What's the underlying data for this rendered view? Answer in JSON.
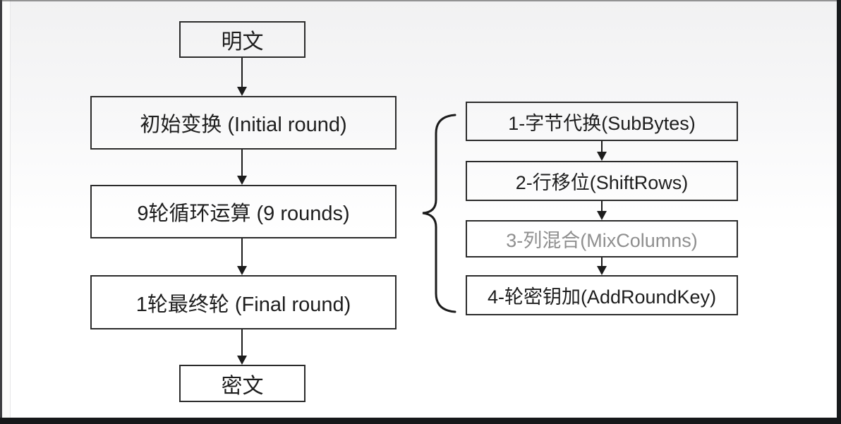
{
  "diagram": {
    "title_hint": "AES encryption flow",
    "left_flow": {
      "nodes": [
        {
          "id": "plaintext",
          "label": "明文"
        },
        {
          "id": "initial",
          "label": "初始变换 (Initial round)"
        },
        {
          "id": "rounds",
          "label": "9轮循环运算 (9 rounds)"
        },
        {
          "id": "final",
          "label": "1轮最终轮 (Final round)"
        },
        {
          "id": "ciphertext",
          "label": "密文"
        }
      ]
    },
    "right_flow": {
      "nodes": [
        {
          "id": "subbytes",
          "label": "1-字节代换(SubBytes)",
          "muted": false
        },
        {
          "id": "shiftrows",
          "label": "2-行移位(ShiftRows)",
          "muted": false
        },
        {
          "id": "mixcolumns",
          "label": "3-列混合(MixColumns)",
          "muted": true
        },
        {
          "id": "addroundkey",
          "label": "4-轮密钥加(AddRoundKey)",
          "muted": false
        }
      ]
    },
    "colors": {
      "box_border": "#2b2b2b",
      "text": "#1e1e1e",
      "muted_text": "#8f8f8f",
      "background_top": "#f1f1f2",
      "background_bottom": "#ffffff",
      "frame_edge": "#16181a"
    }
  }
}
